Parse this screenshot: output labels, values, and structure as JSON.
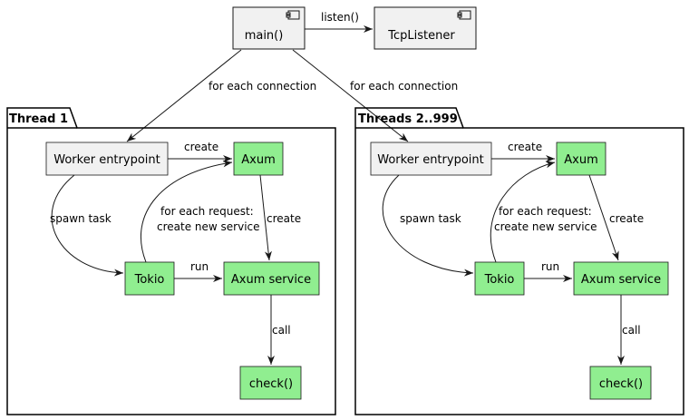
{
  "colors": {
    "component_fill": "#f1f1f1",
    "active_fill": "#90ee90",
    "stroke": "#181818",
    "background": "#ffffff"
  },
  "top": {
    "main": "main()",
    "listener": "TcpListener",
    "listen_label": "listen()",
    "edge_left": "for each connection",
    "edge_right": "for each connection"
  },
  "threads": [
    {
      "title": "Thread 1",
      "worker": "Worker entrypoint",
      "axum": "Axum",
      "tokio": "Tokio",
      "service": "Axum service",
      "check": "check()",
      "create1": "create",
      "spawn": "spawn task",
      "req_line1": "for each request:",
      "req_line2": "create new service",
      "create2": "create",
      "run": "run",
      "call": "call"
    },
    {
      "title": "Threads 2..999",
      "worker": "Worker entrypoint",
      "axum": "Axum",
      "tokio": "Tokio",
      "service": "Axum service",
      "check": "check()",
      "create1": "create",
      "spawn": "spawn task",
      "req_line1": "for each request:",
      "req_line2": "create new service",
      "create2": "create",
      "run": "run",
      "call": "call"
    }
  ],
  "icons": {
    "component": "component-icon"
  }
}
